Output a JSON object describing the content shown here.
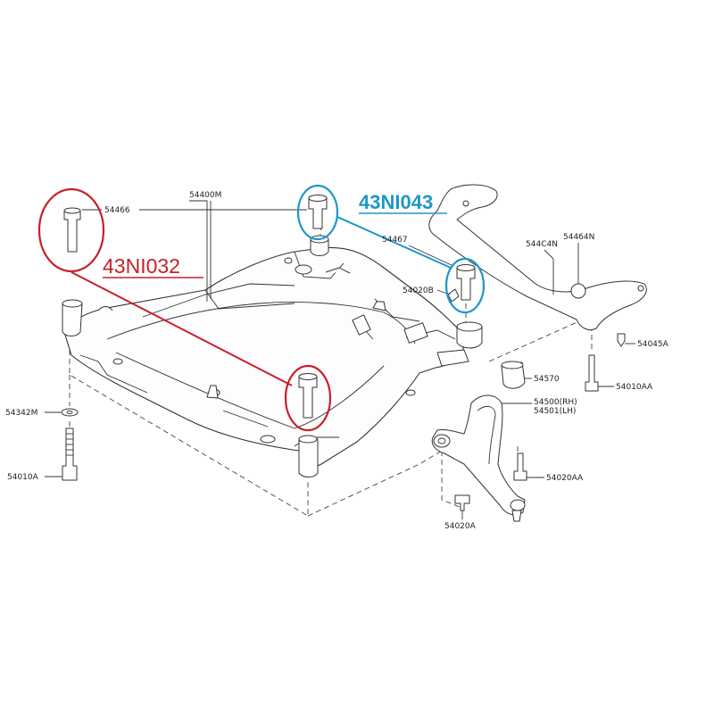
{
  "part_labels": {
    "p54466": "54466",
    "p54400m": "54400M",
    "p54467": "54467",
    "p54464n": "54464N",
    "p544c4n": "544C4N",
    "p54020b": "54020B",
    "p54045a": "54045A",
    "p54570": "54570",
    "p54010aa": "54010AA",
    "p54500": "54500(RH)",
    "p54501": "54501(LH)",
    "p54342m": "54342M",
    "p54020aa": "54020AA",
    "p54010a": "54010A",
    "p54020a": "54020A"
  },
  "callouts": {
    "red_code": "43NI032",
    "blue_code": "43NI043"
  },
  "colors": {
    "callout_red": "#c8202a",
    "callout_blue": "#1e97c9",
    "line": "#333333"
  }
}
